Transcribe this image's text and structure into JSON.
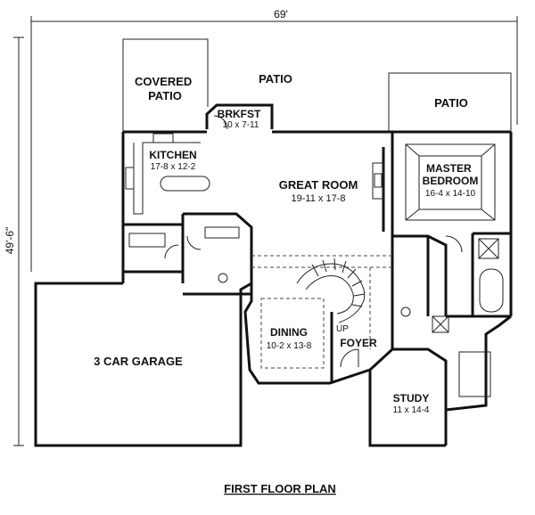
{
  "dimensions": {
    "width": "69'",
    "depth": "49'-6\""
  },
  "rooms": {
    "covered_patio": "COVERED\nPATIO",
    "patio_top": "PATIO",
    "patio_right": "PATIO",
    "brkfst": {
      "name": "BRKFST",
      "size": "10 x 7-11"
    },
    "kitchen": {
      "name": "KITCHEN",
      "size": "17-8 x 12-2"
    },
    "great_room": {
      "name": "GREAT ROOM",
      "size": "19-11 x 17-8"
    },
    "master_bedroom": {
      "name": "MASTER\nBEDROOM",
      "size": "16-4 x 14-10"
    },
    "garage": "3 CAR GARAGE",
    "dining": {
      "name": "DINING",
      "size": "10-2 x 13-8"
    },
    "foyer": "FOYER",
    "up": "UP",
    "study": {
      "name": "STUDY",
      "size": "11 x 14-4"
    }
  },
  "caption": "FIRST FLOOR PLAN"
}
